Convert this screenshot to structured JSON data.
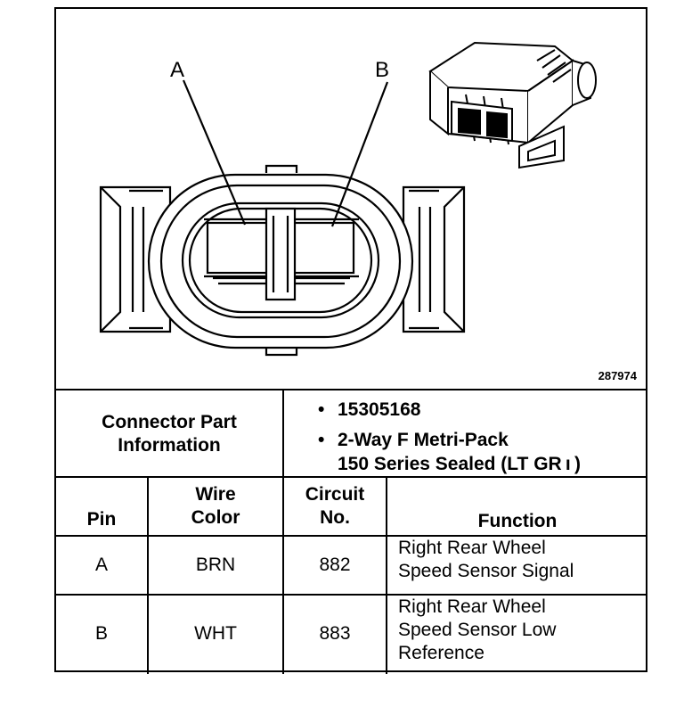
{
  "diagram": {
    "pin_labels": [
      "A",
      "B"
    ],
    "figure_number": "287974"
  },
  "connector_info": {
    "label": [
      "Connector Part",
      "Information"
    ],
    "part_number": "15305168",
    "description": [
      "2-Way F Metri-Pack",
      "150 Series Sealed (LT GR ı )"
    ]
  },
  "table": {
    "headers": {
      "pin": "Pin",
      "wire_color": [
        "Wire",
        "Color"
      ],
      "circuit": [
        "Circuit",
        "No."
      ],
      "function": "Function"
    },
    "rows": [
      {
        "pin": "A",
        "wire_color": "BRN",
        "circuit": "882",
        "function": [
          "Right Rear Wheel",
          "Speed Sensor Signal"
        ]
      },
      {
        "pin": "B",
        "wire_color": "WHT",
        "circuit": "883",
        "function": [
          "Right Rear Wheel",
          "Speed Sensor Low",
          "Reference"
        ]
      }
    ]
  }
}
